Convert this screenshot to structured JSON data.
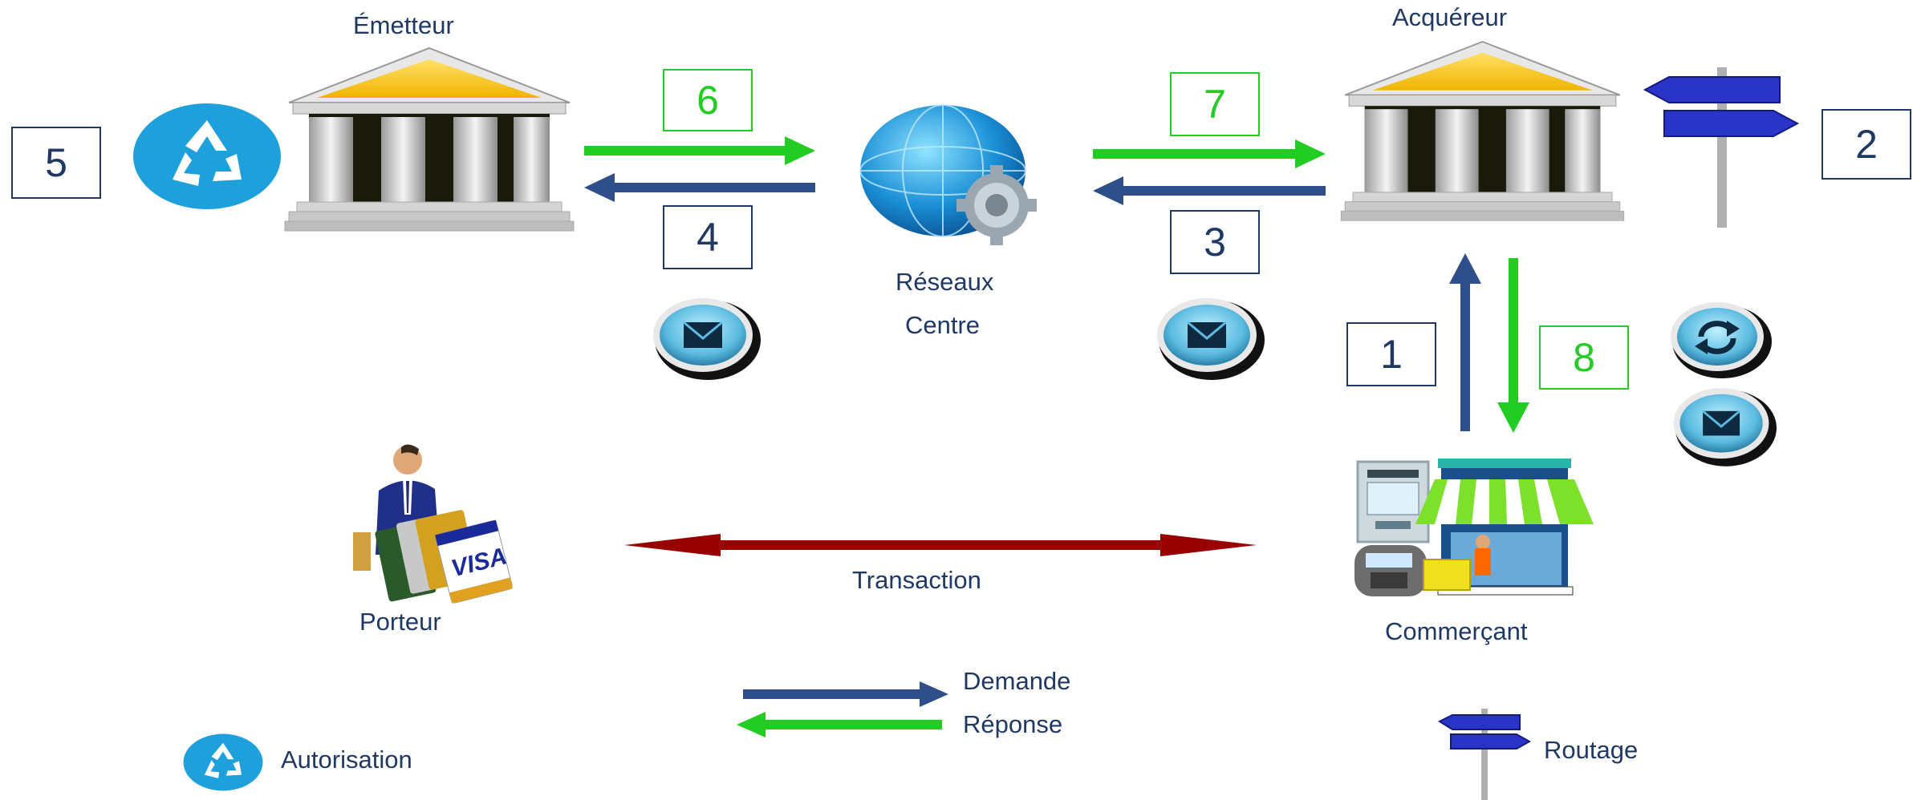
{
  "nodes": {
    "emetteur": "Émetteur",
    "acquereur": "Acquéreur",
    "reseaux_line1": "Réseaux",
    "reseaux_line2": "Centre",
    "porteur": "Porteur",
    "commercant": "Commerçant"
  },
  "steps": {
    "s1": "1",
    "s2": "2",
    "s3": "3",
    "s4": "4",
    "s5": "5",
    "s6": "6",
    "s7": "7",
    "s8": "8"
  },
  "transaction_label": "Transaction",
  "legend": {
    "demande": "Demande",
    "reponse": "Réponse",
    "autorisation": "Autorisation",
    "routage": "Routage"
  },
  "card_text": "VISA",
  "colors": {
    "demande": "#2f4f8a",
    "reponse": "#22cc22",
    "transaction": "#990000",
    "text": "#1f3864"
  },
  "icons": [
    "bank-icon",
    "recycle-icon",
    "globe-gear-icon",
    "signpost-icon",
    "envelope-icon",
    "refresh-icon",
    "shop-icon",
    "person-cards-icon"
  ]
}
